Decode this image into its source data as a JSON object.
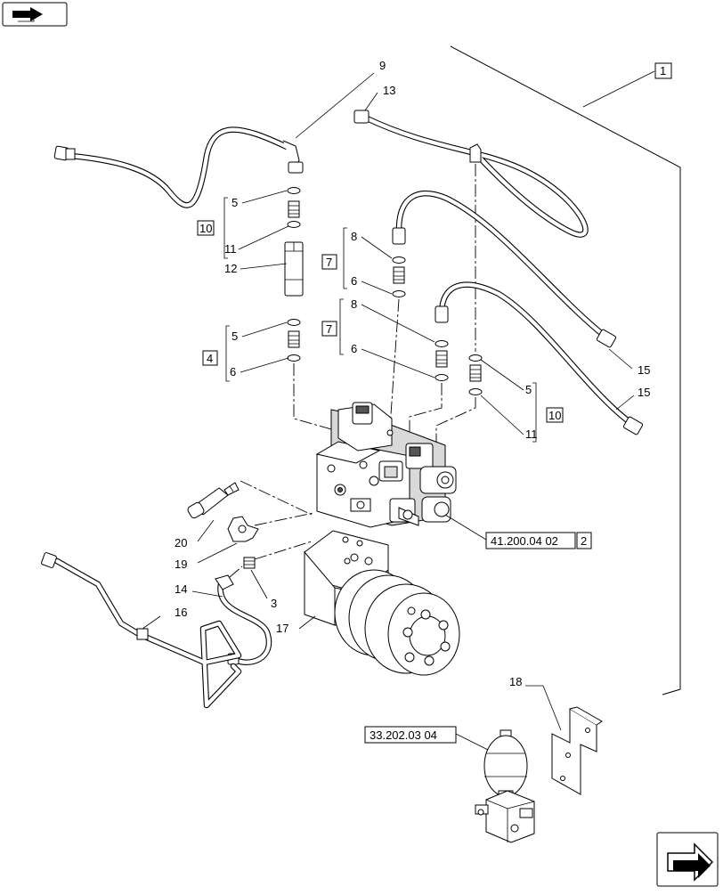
{
  "nav": {
    "prev_icon": "arrow-back-icon",
    "next_icon": "arrow-forward-icon"
  },
  "callouts": {
    "c1": "1",
    "c2": "2",
    "c3": "3",
    "c4": "4",
    "c5a": "5",
    "c5b": "5",
    "c5c": "5",
    "c6a": "6",
    "c6b": "6",
    "c6c": "6",
    "c7a": "7",
    "c7b": "7",
    "c8a": "8",
    "c8b": "8",
    "c9": "9",
    "c10a": "10",
    "c10b": "10",
    "c11a": "11",
    "c11b": "11",
    "c12": "12",
    "c13": "13",
    "c14": "14",
    "c15a": "15",
    "c15b": "15",
    "c16": "16",
    "c17": "17",
    "c18": "18",
    "c19": "19",
    "c20": "20"
  },
  "references": {
    "ref_valve": "41.200.04 02",
    "ref_accumulator": "33.202.03 04"
  }
}
